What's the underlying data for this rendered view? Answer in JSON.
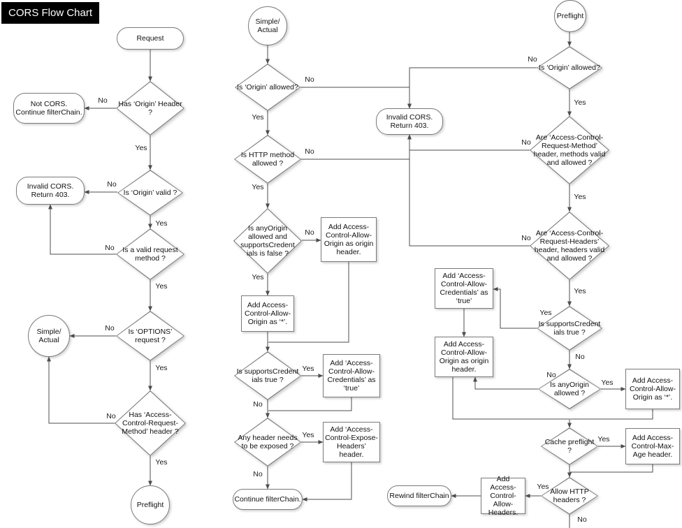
{
  "title": "CORS Flow Chart",
  "edge_labels": {
    "yes": "Yes",
    "no": "No"
  },
  "colors": {
    "background": "#ffffff",
    "shape_fill": "#ffffff",
    "shape_border": "#7a7a7a",
    "connector": "#4d4d4d",
    "title_bg": "#000000",
    "title_text": "#ffffff"
  },
  "nodes": {
    "l_request": "Request",
    "l_has_origin": "Has ‘Origin’ Header ?",
    "l_not_cors": "Not CORS. Continue filterChain.",
    "l_origin_valid": "Is ‘Origin’ valid ?",
    "l_invalid_cors": "Invalid CORS. Return 403.",
    "l_valid_method": "Is a valid request method ?",
    "l_options_request": "Is ‘OPTIONS’ request ?",
    "l_simple_actual": "Simple/\nActual",
    "l_acrm_header": "Has ‘Access-Control-Request-Method’ header ?",
    "l_preflight": "Preflight",
    "m_simple_actual": "Simple/\nActual",
    "m_origin_allowed": "Is ‘Origin’ allowed?",
    "m_invalid_cors": "Invalid CORS. Return 403.",
    "m_http_method": "Is HTTP method allowed ?",
    "m_anyorigin": "Is anyOrigin allowed and supportsCredent ials is false ?",
    "m_add_origin_header": "Add Access-Control-Allow-Origin as origin header.",
    "m_add_origin_star": "Add Access-Control-Allow-Origin as ‘*’.",
    "m_supports_cred": "Is supportsCredent ials true ?",
    "m_add_credentials": "Add ‘Access-Control-Allow-Credentials’ as ‘true’",
    "m_any_header_exposed": "Any header needs to be exposed ?",
    "m_add_expose_headers": "Add ‘Access-Control-Expose-Headers’ header.",
    "m_continue_chain": "Continue filterChain.",
    "r_preflight": "Preflight",
    "r_origin_allowed": "Is ‘Origin’ allowed?",
    "r_acrm_valid": "Are ‘Access-Control-Request-Method’ header, methods  valid and allowed ?",
    "r_acrh_valid": "Are ‘Access-Control-Request-Headers’ header, headers valid and allowed ?",
    "r_supports_cred": "Is supportsCredent ials true ?",
    "r_add_credentials": "Add ‘Access-Control-Allow-Credentials’ as ‘true’",
    "r_add_origin_header": "Add Access-Control-Allow-Origin as origin header.",
    "r_anyorigin_allowed": "Is anyOrigin allowed ?",
    "r_add_origin_star": "Add Access-Control-Allow-Origin as ‘*’.",
    "r_cache_preflight": "Cache preflight ?",
    "r_add_max_age": "Add Access-Control-Max-Age header.",
    "r_allow_http_headers": "Allow HTTP headers ?",
    "r_add_allow_headers": "Add Access-Control-Allow-Headers.",
    "r_rewind_chain": "Rewind filterChain"
  },
  "edges": [
    {
      "from": "l_request",
      "to": "l_has_origin",
      "label": ""
    },
    {
      "from": "l_has_origin",
      "to": "l_not_cors",
      "label": "No"
    },
    {
      "from": "l_has_origin",
      "to": "l_origin_valid",
      "label": "Yes"
    },
    {
      "from": "l_origin_valid",
      "to": "l_invalid_cors",
      "label": "No"
    },
    {
      "from": "l_origin_valid",
      "to": "l_valid_method",
      "label": "Yes"
    },
    {
      "from": "l_valid_method",
      "to": "l_invalid_cors",
      "label": "No"
    },
    {
      "from": "l_valid_method",
      "to": "l_options_request",
      "label": "Yes"
    },
    {
      "from": "l_options_request",
      "to": "l_simple_actual",
      "label": "No"
    },
    {
      "from": "l_options_request",
      "to": "l_acrm_header",
      "label": "Yes"
    },
    {
      "from": "l_acrm_header",
      "to": "l_simple_actual",
      "label": "No"
    },
    {
      "from": "l_acrm_header",
      "to": "l_preflight",
      "label": "Yes"
    },
    {
      "from": "m_simple_actual",
      "to": "m_origin_allowed",
      "label": ""
    },
    {
      "from": "m_origin_allowed",
      "to": "m_invalid_cors",
      "label": "No"
    },
    {
      "from": "m_origin_allowed",
      "to": "m_http_method",
      "label": "Yes"
    },
    {
      "from": "m_http_method",
      "to": "m_invalid_cors",
      "label": "No"
    },
    {
      "from": "m_http_method",
      "to": "m_anyorigin",
      "label": "Yes"
    },
    {
      "from": "m_anyorigin",
      "to": "m_add_origin_header",
      "label": "No"
    },
    {
      "from": "m_anyorigin",
      "to": "m_add_origin_star",
      "label": "Yes"
    },
    {
      "from": "m_add_origin_header",
      "to": "m_supports_cred",
      "label": ""
    },
    {
      "from": "m_add_origin_star",
      "to": "m_supports_cred",
      "label": ""
    },
    {
      "from": "m_supports_cred",
      "to": "m_add_credentials",
      "label": "Yes"
    },
    {
      "from": "m_supports_cred",
      "to": "m_any_header_exposed",
      "label": "No"
    },
    {
      "from": "m_add_credentials",
      "to": "m_any_header_exposed",
      "label": ""
    },
    {
      "from": "m_any_header_exposed",
      "to": "m_add_expose_headers",
      "label": "Yes"
    },
    {
      "from": "m_any_header_exposed",
      "to": "m_continue_chain",
      "label": "No"
    },
    {
      "from": "m_add_expose_headers",
      "to": "m_continue_chain",
      "label": ""
    },
    {
      "from": "r_preflight",
      "to": "r_origin_allowed",
      "label": ""
    },
    {
      "from": "r_origin_allowed",
      "to": "m_invalid_cors",
      "label": "No"
    },
    {
      "from": "r_origin_allowed",
      "to": "r_acrm_valid",
      "label": "Yes"
    },
    {
      "from": "r_acrm_valid",
      "to": "m_invalid_cors",
      "label": "No"
    },
    {
      "from": "r_acrm_valid",
      "to": "r_acrh_valid",
      "label": "Yes"
    },
    {
      "from": "r_acrh_valid",
      "to": "m_invalid_cors",
      "label": "No"
    },
    {
      "from": "r_acrh_valid",
      "to": "r_supports_cred",
      "label": "Yes"
    },
    {
      "from": "r_supports_cred",
      "to": "r_add_credentials",
      "label": "Yes"
    },
    {
      "from": "r_supports_cred",
      "to": "r_anyorigin_allowed",
      "label": "No"
    },
    {
      "from": "r_add_credentials",
      "to": "r_add_origin_header",
      "label": ""
    },
    {
      "from": "r_anyorigin_allowed",
      "to": "r_add_origin_header",
      "label": "No"
    },
    {
      "from": "r_anyorigin_allowed",
      "to": "r_add_origin_star",
      "label": "Yes"
    },
    {
      "from": "r_add_origin_header",
      "to": "r_cache_preflight",
      "label": ""
    },
    {
      "from": "r_add_origin_star",
      "to": "r_cache_preflight",
      "label": ""
    },
    {
      "from": "r_cache_preflight",
      "to": "r_add_max_age",
      "label": "Yes"
    },
    {
      "from": "r_cache_preflight",
      "to": "r_allow_http_headers",
      "label": ""
    },
    {
      "from": "r_add_max_age",
      "to": "r_allow_http_headers",
      "label": ""
    },
    {
      "from": "r_allow_http_headers",
      "to": "r_add_allow_headers",
      "label": "Yes"
    },
    {
      "from": "r_add_allow_headers",
      "to": "r_rewind_chain",
      "label": ""
    },
    {
      "from": "r_allow_http_headers",
      "to": "offpage_bottom",
      "label": "No"
    }
  ]
}
